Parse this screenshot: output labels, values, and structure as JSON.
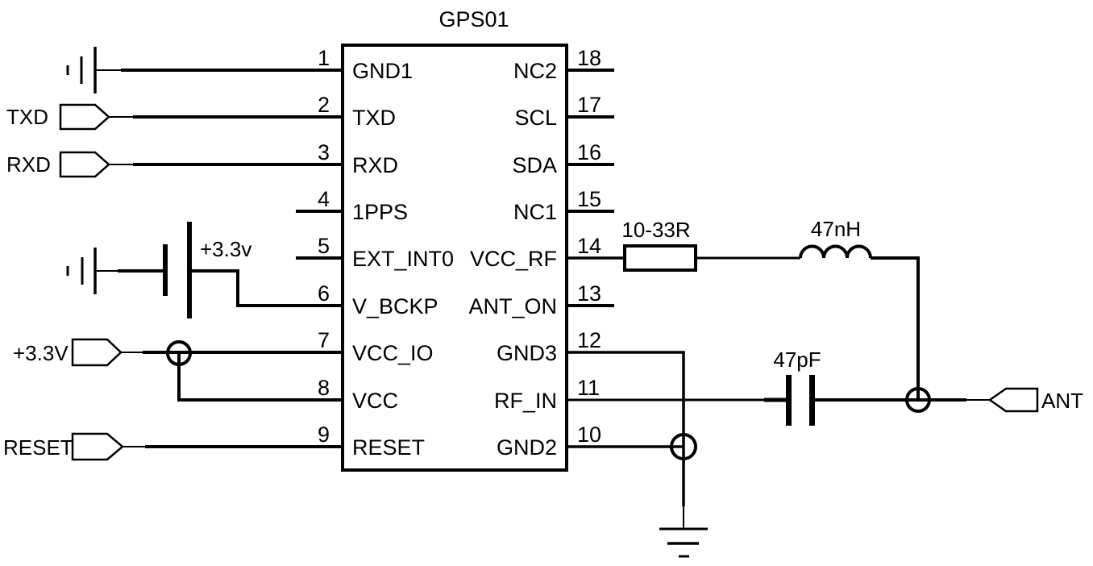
{
  "ic": {
    "title": "GPS01",
    "left_pins": [
      {
        "number": "1",
        "name": "GND1"
      },
      {
        "number": "2",
        "name": "TXD"
      },
      {
        "number": "3",
        "name": "RXD"
      },
      {
        "number": "4",
        "name": "1PPS"
      },
      {
        "number": "5",
        "name": "EXT_INT0"
      },
      {
        "number": "6",
        "name": "V_BCKP"
      },
      {
        "number": "7",
        "name": "VCC_IO"
      },
      {
        "number": "8",
        "name": "VCC"
      },
      {
        "number": "9",
        "name": "RESET"
      }
    ],
    "right_pins": [
      {
        "number": "18",
        "name": "NC2"
      },
      {
        "number": "17",
        "name": "SCL"
      },
      {
        "number": "16",
        "name": "SDA"
      },
      {
        "number": "15",
        "name": "NC1"
      },
      {
        "number": "14",
        "name": "VCC_RF"
      },
      {
        "number": "13",
        "name": "ANT_ON"
      },
      {
        "number": "12",
        "name": "GND3"
      },
      {
        "number": "11",
        "name": "RF_IN"
      },
      {
        "number": "10",
        "name": "GND2"
      }
    ]
  },
  "connectors": {
    "txd": "TXD",
    "rxd": "RXD",
    "vcc": "+3.3V",
    "reset": "RESET",
    "ant": "ANT"
  },
  "components": {
    "battery": {
      "label": "+3.3v"
    },
    "resistor": {
      "label": "10-33R"
    },
    "inductor": {
      "label": "47nH"
    },
    "capacitor": {
      "label": "47pF"
    }
  },
  "colors": {
    "line": "#000000",
    "background": "#ffffff",
    "text": "#000000"
  }
}
